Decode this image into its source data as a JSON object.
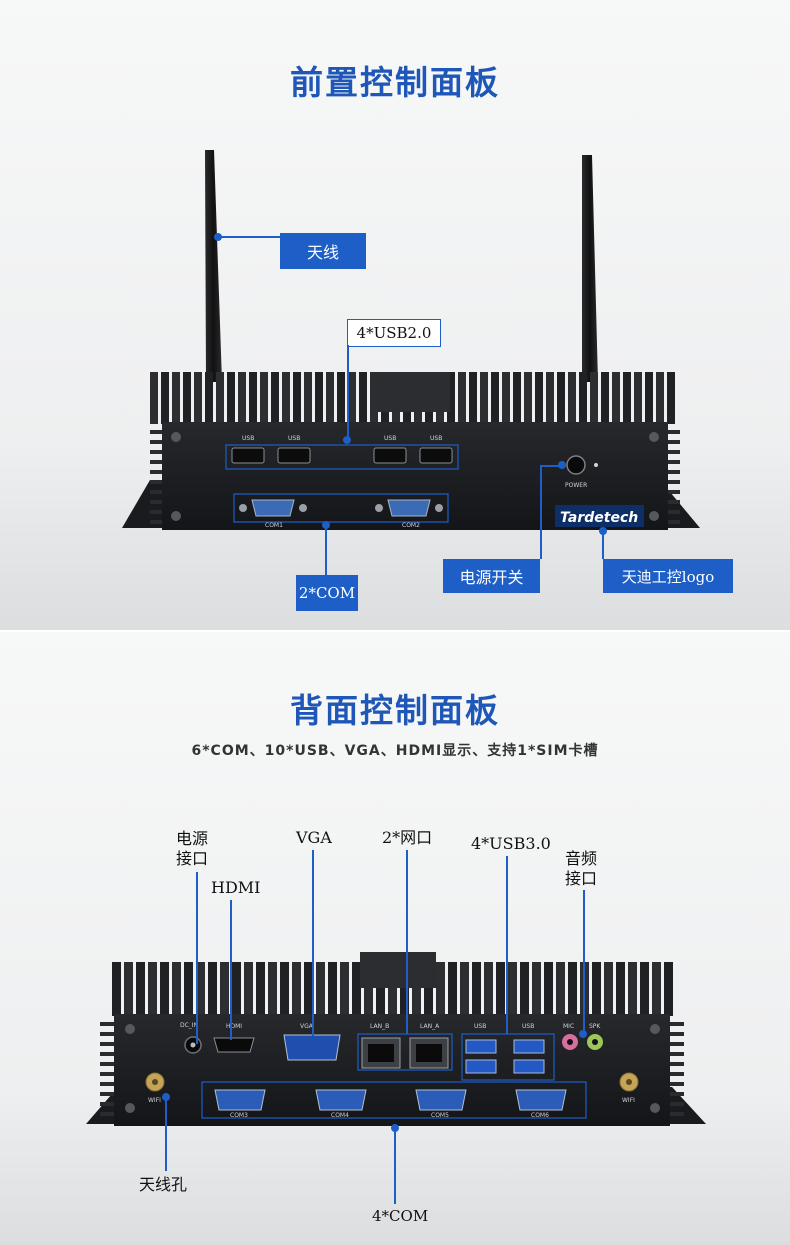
{
  "front": {
    "title": "前置控制面板",
    "labels": {
      "antenna": "天线",
      "usb": "4*USB2.0",
      "com": "2*COM",
      "power": "电源开关",
      "logo": "天迪工控logo"
    },
    "device_text": {
      "usb": "USB",
      "com1": "COM1",
      "com2": "COM2",
      "power": "POWER",
      "brand": "Tardetech"
    }
  },
  "back": {
    "title": "背面控制面板",
    "subtitle": "6*COM、10*USB、VGA、HDMI显示、支持1*SIM卡槽",
    "labels": {
      "power_jack_1": "电源",
      "power_jack_2": "接口",
      "hdmi": "HDMI",
      "vga": "VGA",
      "lan": "2*网口",
      "usb3": "4*USB3.0",
      "audio_1": "音频",
      "audio_2": "接口",
      "antenna_hole": "天线孔",
      "com": "4*COM"
    },
    "device_text": {
      "dc_in": "DC_IN",
      "hdmi": "HDMI",
      "vga": "VGA",
      "lan_b": "LAN_B",
      "lan_a": "LAN_A",
      "usb": "USB",
      "mic": "MIC",
      "spk": "SPK",
      "wifi": "WIFI",
      "com3": "COM3",
      "com4": "COM4",
      "com5": "COM5",
      "com6": "COM6"
    }
  },
  "colors": {
    "accent": "#1d5fc7",
    "title": "#1e57b8",
    "device_body": "#1b1c1f"
  }
}
